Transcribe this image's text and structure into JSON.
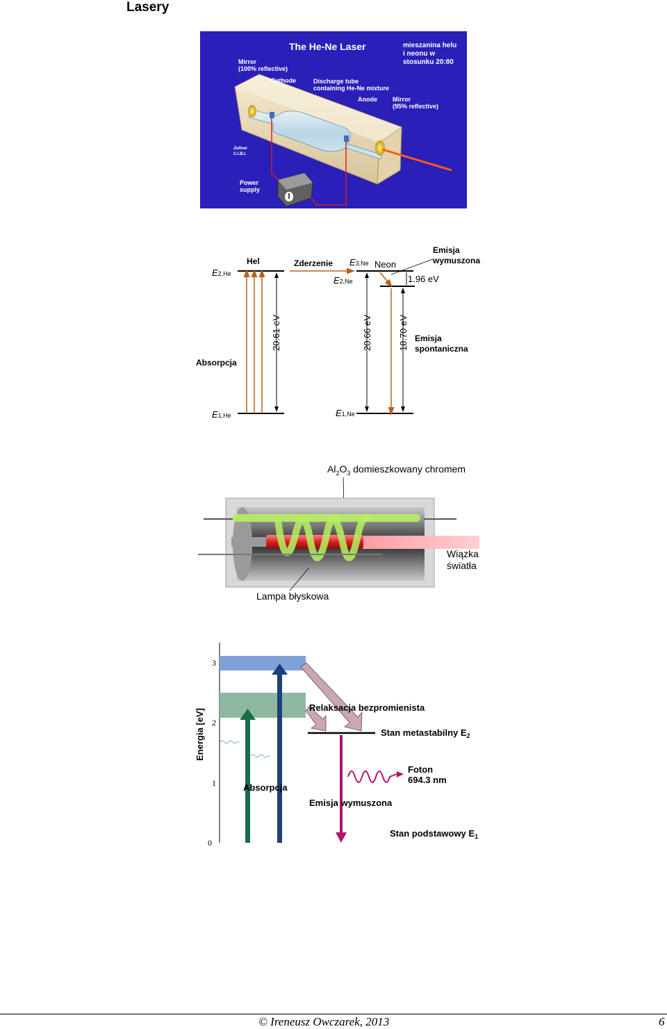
{
  "page": {
    "title": "Lasery",
    "footer_copyright": "© Ireneusz Owczarek, 2013",
    "page_number": "6"
  },
  "hene_figure": {
    "title": "The He-Ne Laser",
    "mixture_note": [
      "mieszanina helu",
      "i neonu w",
      "stosunku 20:80"
    ],
    "mirror_left": [
      "Mirror",
      "(100% reflective)"
    ],
    "cathode": "Cathode",
    "discharge_tube": [
      "Discharge tube",
      "containing He-Ne mixture"
    ],
    "anode": "Anode",
    "mirror_right": [
      "Mirror",
      "(95% reflective)"
    ],
    "power_supply": [
      "Power",
      "supply"
    ],
    "credit": [
      "Zeltner",
      "C.I.B.I."
    ]
  },
  "hene_levels": {
    "hel": "Hel",
    "zderzenie": "Zderzenie",
    "neon": "Neon",
    "emisja_wymuszona": [
      "Emisja",
      "wymuszona"
    ],
    "emisja_spontaniczna": [
      "Emisja",
      "spontaniczna"
    ],
    "absorpcja": "Absorpcja",
    "e2_he": "E",
    "e2_he_sub": "2,He",
    "e1_he": "E",
    "e1_he_sub": "1,He",
    "e3_ne": "E",
    "e3_ne_sub": "3,Ne",
    "e2_ne": "E",
    "e2_ne_sub": "2,Ne",
    "e1_ne": "E",
    "e1_ne_sub": "1,Ne",
    "gap_he": "20.61 eV",
    "gap_ne3": "20.66 eV",
    "gap_ne2": "18.70 eV",
    "gap_laser": "1.96 eV"
  },
  "ruby_figure": {
    "crystal_label_a": "Al",
    "crystal_label_sub1": "2",
    "crystal_label_b": "O",
    "crystal_label_sub2": "3",
    "crystal_label_rest": " domieszkowany chromem",
    "beam": [
      "Wiązka",
      "światła"
    ],
    "lamp": "Lampa błyskowa"
  },
  "ruby_levels": {
    "ylabel": "Energia [eV]",
    "ticks": [
      "0",
      "1",
      "2",
      "3"
    ],
    "relaksacja": "Relaksacja bezpromienista",
    "metastable": "Stan metastabilny E",
    "metastable_sub": "2",
    "foton": [
      "Foton",
      "694.3 nm"
    ],
    "absorpcja": "Absorpcja",
    "emisja": "Emisja wymuszona",
    "ground": "Stan podstawowy E",
    "ground_sub": "1"
  },
  "colors": {
    "hene_bg": "#2a1fb8",
    "transition_arrow": "#b8621c",
    "band3": "#7fa3d9",
    "band2": "#8fb8a0",
    "absorb_green": "#1a6b4a",
    "absorb_blue": "#1f3f7a",
    "emission": "#b0156a",
    "relax_arrow": "#c9a8b4",
    "lamp_green": "#b8f060",
    "ruby_red": "#d42020"
  }
}
